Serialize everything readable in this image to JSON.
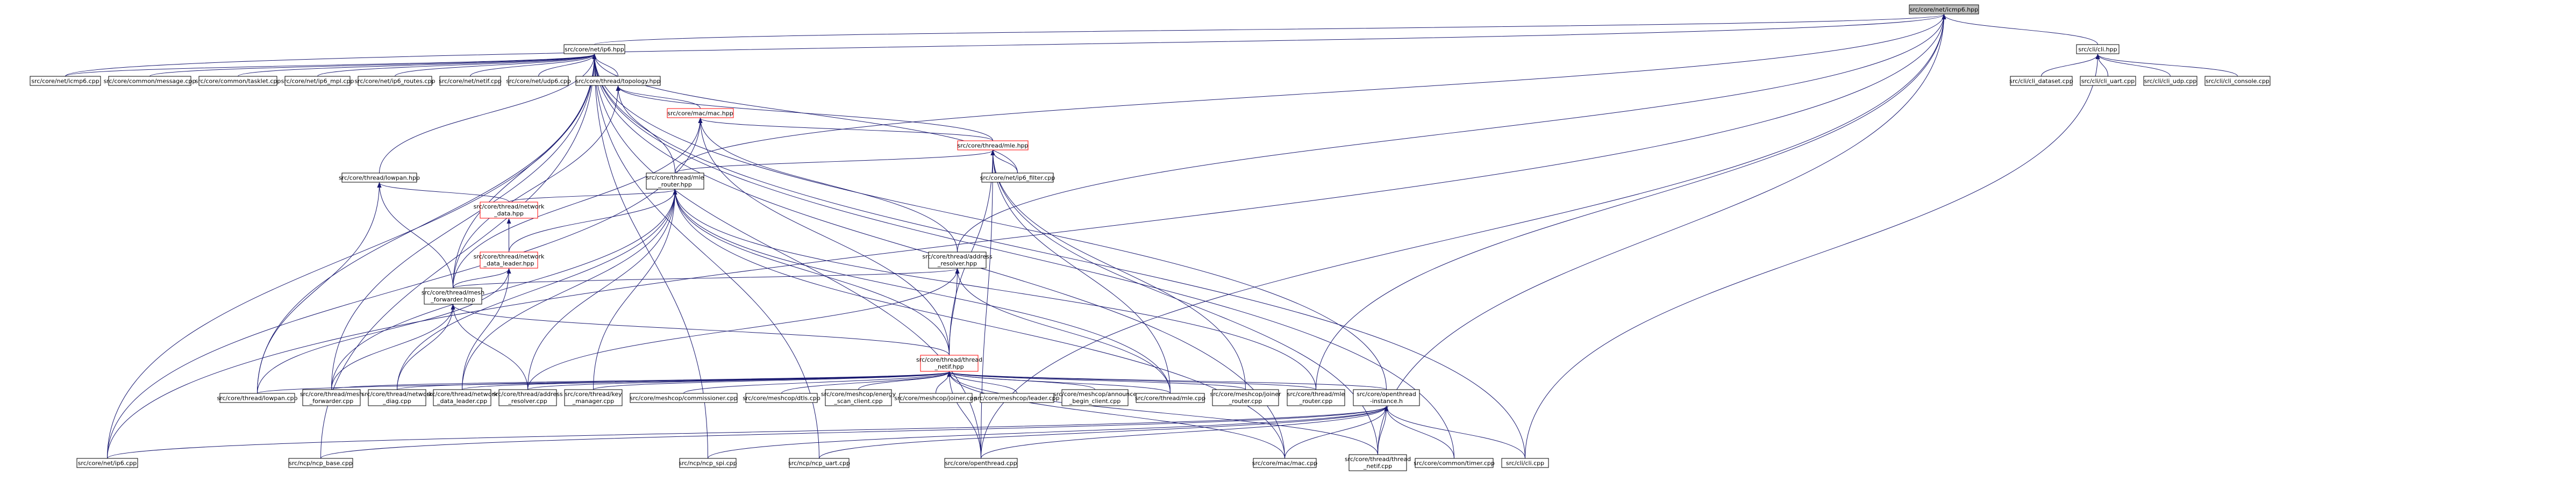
{
  "colors": {
    "edge": "#191970",
    "root_fill": "#bfbfbf",
    "node_fill": "#ffffff",
    "node_stroke": "#000000",
    "expandable_stroke": "#ff0000"
  },
  "nodes": [
    {
      "id": "n_icmp6_hpp",
      "lines": [
        "src/core/net/icmp6.hpp"
      ],
      "root": true
    },
    {
      "id": "n_ip6_hpp",
      "lines": [
        "src/core/net/ip6.hpp"
      ]
    },
    {
      "id": "n_cli_hpp",
      "lines": [
        "src/cli/cli.hpp"
      ]
    },
    {
      "id": "n_icmp6_cpp",
      "lines": [
        "src/core/net/icmp6.cpp"
      ]
    },
    {
      "id": "n_message_cpp",
      "lines": [
        "src/core/common/message.cpp"
      ]
    },
    {
      "id": "n_tasklet_cpp",
      "lines": [
        "src/core/common/tasklet.cpp"
      ]
    },
    {
      "id": "n_ip6_mpl_cpp",
      "lines": [
        "src/core/net/ip6_mpl.cpp"
      ]
    },
    {
      "id": "n_ip6_routes_cpp",
      "lines": [
        "src/core/net/ip6_routes.cpp"
      ]
    },
    {
      "id": "n_netif_cpp",
      "lines": [
        "src/core/net/netif.cpp"
      ]
    },
    {
      "id": "n_udp6_cpp",
      "lines": [
        "src/core/net/udp6.cpp"
      ]
    },
    {
      "id": "n_topology_hpp",
      "lines": [
        "src/core/thread/topology.hpp"
      ]
    },
    {
      "id": "n_cli_dataset_cpp",
      "lines": [
        "src/cli/cli_dataset.cpp"
      ]
    },
    {
      "id": "n_cli_uart_cpp",
      "lines": [
        "src/cli/cli_uart.cpp"
      ]
    },
    {
      "id": "n_cli_udp_cpp",
      "lines": [
        "src/cli/cli_udp.cpp"
      ]
    },
    {
      "id": "n_cli_console_cpp",
      "lines": [
        "src/cli/cli_console.cpp"
      ]
    },
    {
      "id": "n_mac_hpp",
      "lines": [
        "src/core/mac/mac.hpp"
      ],
      "red": true
    },
    {
      "id": "n_mle_hpp",
      "lines": [
        "src/core/thread/mle.hpp"
      ],
      "red": true
    },
    {
      "id": "n_lowpan_hpp",
      "lines": [
        "src/core/thread/lowpan.hpp"
      ]
    },
    {
      "id": "n_mle_router_hpp",
      "lines": [
        "src/core/thread/mle",
        "_router.hpp"
      ]
    },
    {
      "id": "n_ip6_filter_cpp",
      "lines": [
        "src/core/net/ip6_filter.cpp"
      ]
    },
    {
      "id": "n_network_data_hpp",
      "lines": [
        "src/core/thread/network",
        "_data.hpp"
      ],
      "red": true
    },
    {
      "id": "n_network_data_leader_hpp",
      "lines": [
        "src/core/thread/network",
        "_data_leader.hpp"
      ],
      "red": true
    },
    {
      "id": "n_address_resolver_hpp",
      "lines": [
        "src/core/thread/address",
        "_resolver.hpp"
      ]
    },
    {
      "id": "n_mesh_forwarder_hpp",
      "lines": [
        "src/core/thread/mesh",
        "_forwarder.hpp"
      ]
    },
    {
      "id": "n_thread_netif_hpp",
      "lines": [
        "src/core/thread/thread",
        "_netif.hpp"
      ],
      "red": true
    },
    {
      "id": "n_lowpan_cpp",
      "lines": [
        "src/core/thread/lowpan.cpp"
      ]
    },
    {
      "id": "n_mesh_forwarder_cpp",
      "lines": [
        "src/core/thread/mesh",
        "_forwarder.cpp"
      ]
    },
    {
      "id": "n_network_diag_cpp",
      "lines": [
        "src/core/thread/network",
        "_diag.cpp"
      ]
    },
    {
      "id": "n_network_data_leader_cpp",
      "lines": [
        "src/core/thread/network",
        "_data_leader.cpp"
      ]
    },
    {
      "id": "n_address_resolver_cpp",
      "lines": [
        "src/core/thread/address",
        "_resolver.cpp"
      ]
    },
    {
      "id": "n_key_manager_cpp",
      "lines": [
        "src/core/thread/key",
        "_manager.cpp"
      ]
    },
    {
      "id": "n_commissioner_cpp",
      "lines": [
        "src/core/meshcop/commissioner.cpp"
      ]
    },
    {
      "id": "n_dtls_cpp",
      "lines": [
        "src/core/meshcop/dtls.cpp"
      ]
    },
    {
      "id": "n_energy_scan_client_cpp",
      "lines": [
        "src/core/meshcop/energy",
        "_scan_client.cpp"
      ]
    },
    {
      "id": "n_joiner_cpp",
      "lines": [
        "src/core/meshcop/joiner.cpp"
      ]
    },
    {
      "id": "n_meshcop_leader_cpp",
      "lines": [
        "src/core/meshcop/leader.cpp"
      ]
    },
    {
      "id": "n_announce_begin_client_cpp",
      "lines": [
        "src/core/meshcop/announce",
        "_begin_client.cpp"
      ]
    },
    {
      "id": "n_mle_cpp",
      "lines": [
        "src/core/thread/mle.cpp"
      ]
    },
    {
      "id": "n_joiner_router_cpp",
      "lines": [
        "src/core/meshcop/joiner",
        "_router.cpp"
      ]
    },
    {
      "id": "n_mle_router_cpp",
      "lines": [
        "src/core/thread/mle",
        "_router.cpp"
      ]
    },
    {
      "id": "n_openthread_instance_h",
      "lines": [
        "src/core/openthread",
        "-instance.h"
      ]
    },
    {
      "id": "n_ip6_cpp",
      "lines": [
        "src/core/net/ip6.cpp"
      ]
    },
    {
      "id": "n_ncp_base_cpp",
      "lines": [
        "src/ncp/ncp_base.cpp"
      ]
    },
    {
      "id": "n_ncp_spi_cpp",
      "lines": [
        "src/ncp/ncp_spi.cpp"
      ]
    },
    {
      "id": "n_ncp_uart_cpp",
      "lines": [
        "src/ncp/ncp_uart.cpp"
      ]
    },
    {
      "id": "n_openthread_cpp",
      "lines": [
        "src/core/openthread.cpp"
      ]
    },
    {
      "id": "n_mac_cpp",
      "lines": [
        "src/core/mac/mac.cpp"
      ]
    },
    {
      "id": "n_thread_netif_cpp",
      "lines": [
        "src/core/thread/thread",
        "_netif.cpp"
      ]
    },
    {
      "id": "n_timer_cpp",
      "lines": [
        "src/core/common/timer.cpp"
      ]
    },
    {
      "id": "n_cli_cpp",
      "lines": [
        "src/cli/cli.cpp"
      ]
    }
  ],
  "edges": [
    [
      "n_icmp6_hpp",
      "n_ip6_hpp"
    ],
    [
      "n_icmp6_hpp",
      "n_cli_hpp"
    ],
    [
      "n_icmp6_hpp",
      "n_icmp6_cpp"
    ],
    [
      "n_icmp6_hpp",
      "n_mle_router_hpp"
    ],
    [
      "n_icmp6_hpp",
      "n_address_resolver_hpp"
    ],
    [
      "n_icmp6_hpp",
      "n_ip6_cpp"
    ],
    [
      "n_icmp6_hpp",
      "n_mle_router_cpp"
    ],
    [
      "n_icmp6_hpp",
      "n_thread_netif_cpp"
    ],
    [
      "n_icmp6_hpp",
      "n_openthread_cpp"
    ],
    [
      "n_cli_hpp",
      "n_cli_dataset_cpp"
    ],
    [
      "n_cli_hpp",
      "n_cli_uart_cpp"
    ],
    [
      "n_cli_hpp",
      "n_cli_udp_cpp"
    ],
    [
      "n_cli_hpp",
      "n_cli_console_cpp"
    ],
    [
      "n_cli_hpp",
      "n_cli_cpp"
    ],
    [
      "n_ip6_hpp",
      "n_icmp6_cpp"
    ],
    [
      "n_ip6_hpp",
      "n_message_cpp"
    ],
    [
      "n_ip6_hpp",
      "n_tasklet_cpp"
    ],
    [
      "n_ip6_hpp",
      "n_ip6_mpl_cpp"
    ],
    [
      "n_ip6_hpp",
      "n_ip6_routes_cpp"
    ],
    [
      "n_ip6_hpp",
      "n_netif_cpp"
    ],
    [
      "n_ip6_hpp",
      "n_udp6_cpp"
    ],
    [
      "n_ip6_hpp",
      "n_topology_hpp"
    ],
    [
      "n_ip6_hpp",
      "n_lowpan_hpp"
    ],
    [
      "n_ip6_hpp",
      "n_ip6_filter_cpp"
    ],
    [
      "n_ip6_hpp",
      "n_mesh_forwarder_hpp"
    ],
    [
      "n_ip6_hpp",
      "n_lowpan_cpp"
    ],
    [
      "n_ip6_hpp",
      "n_mesh_forwarder_cpp"
    ],
    [
      "n_ip6_hpp",
      "n_ip6_cpp"
    ],
    [
      "n_ip6_hpp",
      "n_ncp_base_cpp"
    ],
    [
      "n_ip6_hpp",
      "n_ncp_spi_cpp"
    ],
    [
      "n_ip6_hpp",
      "n_ncp_uart_cpp"
    ],
    [
      "n_ip6_hpp",
      "n_openthread_cpp"
    ],
    [
      "n_ip6_hpp",
      "n_mac_cpp"
    ],
    [
      "n_ip6_hpp",
      "n_timer_cpp"
    ],
    [
      "n_ip6_hpp",
      "n_cli_cpp"
    ],
    [
      "n_ip6_hpp",
      "n_openthread_instance_h"
    ],
    [
      "n_topology_hpp",
      "n_mac_hpp"
    ],
    [
      "n_topology_hpp",
      "n_mle_hpp"
    ],
    [
      "n_topology_hpp",
      "n_mle_router_hpp"
    ],
    [
      "n_topology_hpp",
      "n_mesh_forwarder_hpp"
    ],
    [
      "n_mac_hpp",
      "n_mle_hpp"
    ],
    [
      "n_mac_hpp",
      "n_address_resolver_hpp"
    ],
    [
      "n_mac_hpp",
      "n_mesh_forwarder_hpp"
    ],
    [
      "n_mac_hpp",
      "n_thread_netif_hpp"
    ],
    [
      "n_mac_hpp",
      "n_ip6_cpp"
    ],
    [
      "n_mle_hpp",
      "n_mle_router_hpp"
    ],
    [
      "n_mle_hpp",
      "n_ip6_filter_cpp"
    ],
    [
      "n_mle_hpp",
      "n_thread_netif_hpp"
    ],
    [
      "n_mle_hpp",
      "n_mle_cpp"
    ],
    [
      "n_mle_hpp",
      "n_joiner_router_cpp"
    ],
    [
      "n_mle_hpp",
      "n_thread_netif_cpp"
    ],
    [
      "n_mle_hpp",
      "n_openthread_cpp"
    ],
    [
      "n_lowpan_hpp",
      "n_network_data_hpp"
    ],
    [
      "n_lowpan_hpp",
      "n_mesh_forwarder_hpp"
    ],
    [
      "n_lowpan_hpp",
      "n_lowpan_cpp"
    ],
    [
      "n_mle_router_hpp",
      "n_network_data_hpp"
    ],
    [
      "n_mle_router_hpp",
      "n_network_data_leader_hpp"
    ],
    [
      "n_mle_router_hpp",
      "n_thread_netif_hpp"
    ],
    [
      "n_mle_router_hpp",
      "n_mesh_forwarder_cpp"
    ],
    [
      "n_mle_router_hpp",
      "n_network_diag_cpp"
    ],
    [
      "n_mle_router_hpp",
      "n_network_data_leader_cpp"
    ],
    [
      "n_mle_router_hpp",
      "n_address_resolver_cpp"
    ],
    [
      "n_mle_router_hpp",
      "n_key_manager_cpp"
    ],
    [
      "n_mle_router_hpp",
      "n_mle_cpp"
    ],
    [
      "n_mle_router_hpp",
      "n_mle_router_cpp"
    ],
    [
      "n_mle_router_hpp",
      "n_mac_cpp"
    ],
    [
      "n_network_data_hpp",
      "n_network_data_leader_hpp"
    ],
    [
      "n_network_data_leader_hpp",
      "n_mesh_forwarder_hpp"
    ],
    [
      "n_network_data_leader_hpp",
      "n_lowpan_cpp"
    ],
    [
      "n_network_data_leader_hpp",
      "n_network_data_leader_cpp"
    ],
    [
      "n_address_resolver_hpp",
      "n_mesh_forwarder_hpp"
    ],
    [
      "n_address_resolver_hpp",
      "n_thread_netif_hpp"
    ],
    [
      "n_address_resolver_hpp",
      "n_address_resolver_cpp"
    ],
    [
      "n_address_resolver_hpp",
      "n_mle_cpp"
    ],
    [
      "n_mesh_forwarder_hpp",
      "n_thread_netif_hpp"
    ],
    [
      "n_mesh_forwarder_hpp",
      "n_mesh_forwarder_cpp"
    ],
    [
      "n_mesh_forwarder_hpp",
      "n_network_diag_cpp"
    ],
    [
      "n_mesh_forwarder_hpp",
      "n_address_resolver_cpp"
    ],
    [
      "n_thread_netif_hpp",
      "n_lowpan_cpp"
    ],
    [
      "n_thread_netif_hpp",
      "n_mesh_forwarder_cpp"
    ],
    [
      "n_thread_netif_hpp",
      "n_network_diag_cpp"
    ],
    [
      "n_thread_netif_hpp",
      "n_network_data_leader_cpp"
    ],
    [
      "n_thread_netif_hpp",
      "n_address_resolver_cpp"
    ],
    [
      "n_thread_netif_hpp",
      "n_key_manager_cpp"
    ],
    [
      "n_thread_netif_hpp",
      "n_commissioner_cpp"
    ],
    [
      "n_thread_netif_hpp",
      "n_dtls_cpp"
    ],
    [
      "n_thread_netif_hpp",
      "n_energy_scan_client_cpp"
    ],
    [
      "n_thread_netif_hpp",
      "n_joiner_cpp"
    ],
    [
      "n_thread_netif_hpp",
      "n_meshcop_leader_cpp"
    ],
    [
      "n_thread_netif_hpp",
      "n_announce_begin_client_cpp"
    ],
    [
      "n_thread_netif_hpp",
      "n_mle_cpp"
    ],
    [
      "n_thread_netif_hpp",
      "n_joiner_router_cpp"
    ],
    [
      "n_thread_netif_hpp",
      "n_mle_router_cpp"
    ],
    [
      "n_thread_netif_hpp",
      "n_openthread_instance_h"
    ],
    [
      "n_thread_netif_hpp",
      "n_mac_cpp"
    ],
    [
      "n_thread_netif_hpp",
      "n_thread_netif_cpp"
    ],
    [
      "n_thread_netif_hpp",
      "n_openthread_cpp"
    ],
    [
      "n_openthread_instance_h",
      "n_ip6_cpp"
    ],
    [
      "n_openthread_instance_h",
      "n_ncp_base_cpp"
    ],
    [
      "n_openthread_instance_h",
      "n_ncp_spi_cpp"
    ],
    [
      "n_openthread_instance_h",
      "n_ncp_uart_cpp"
    ],
    [
      "n_openthread_instance_h",
      "n_openthread_cpp"
    ],
    [
      "n_openthread_instance_h",
      "n_mac_cpp"
    ],
    [
      "n_openthread_instance_h",
      "n_thread_netif_cpp"
    ],
    [
      "n_openthread_instance_h",
      "n_timer_cpp"
    ],
    [
      "n_openthread_instance_h",
      "n_cli_cpp"
    ]
  ]
}
